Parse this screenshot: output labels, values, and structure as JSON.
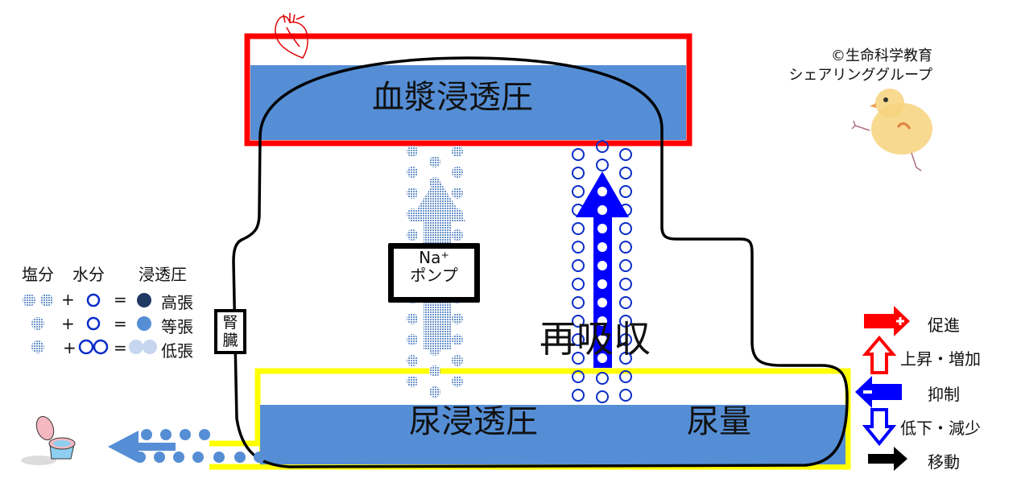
{
  "title": "腎臓における浸透圧調節",
  "copyright": {
    "line1": "©生命科学教育",
    "line2": "シェアリンググループ"
  },
  "blood": {
    "label": "血漿浸透圧",
    "border_color": "#ff0000",
    "fill_color": "#558ed5",
    "icon": "heart-icon"
  },
  "urine": {
    "osmotic_label": "尿浸透圧",
    "volume_label": "尿量",
    "border_color": "#ffff00",
    "fill_color": "#558ed5"
  },
  "kidney": {
    "label_line1": "腎",
    "label_line2": "臓"
  },
  "pump": {
    "line1": "Na⁺",
    "line2": "ポンプ"
  },
  "reabsorption": {
    "label": "再吸収",
    "arrow_color": "#0000ff"
  },
  "osmosis_legend": {
    "headers": [
      "塩分",
      "水分",
      "浸透圧"
    ],
    "rows": [
      {
        "salt_count": 2,
        "water_count": 1,
        "result": "dark-dot",
        "label": "高張",
        "color": "#1f3864"
      },
      {
        "salt_count": 1,
        "water_count": 1,
        "result": "mid-dot",
        "label": "等張",
        "color": "#558ed5"
      },
      {
        "salt_count": 1,
        "water_count": 2,
        "result": "light-dots",
        "label": "低張",
        "color": "#c6d6ee"
      }
    ],
    "plus": "+",
    "equals": "="
  },
  "arrow_legend": {
    "items": [
      {
        "icon": "promote-arrow-icon",
        "label": "促進",
        "color": "#ff0000"
      },
      {
        "icon": "increase-arrow-icon",
        "label": "上昇・増加",
        "color": "#ff0000"
      },
      {
        "icon": "inhibit-arrow-icon",
        "label": "抑制",
        "color": "#0000ff"
      },
      {
        "icon": "decrease-arrow-icon",
        "label": "低下・減少",
        "color": "#0000ff"
      },
      {
        "icon": "move-arrow-icon",
        "label": "移動",
        "color": "#000000"
      }
    ]
  },
  "excretion": {
    "icon": "toilet-icon",
    "arrow_color": "#558ed5"
  },
  "mascot": {
    "icon": "chick-icon"
  }
}
